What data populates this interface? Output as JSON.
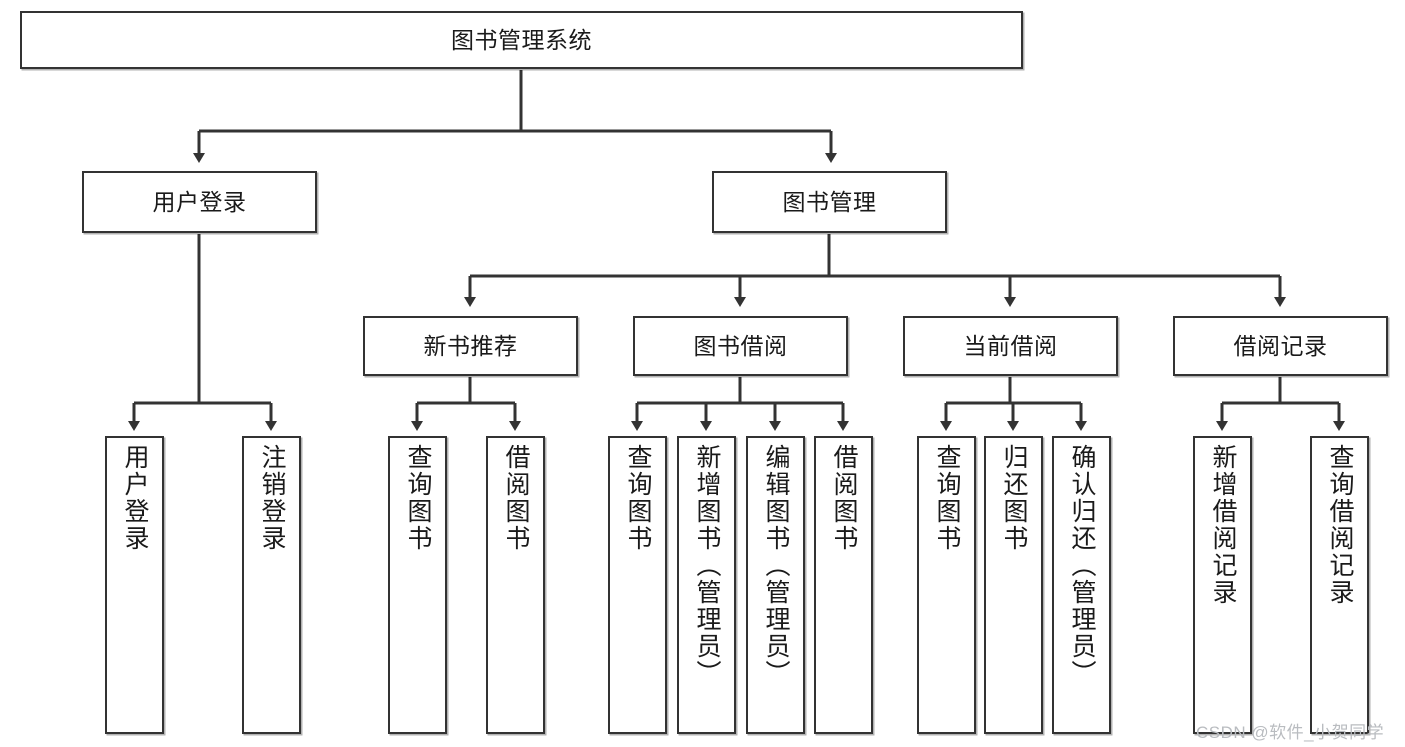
{
  "diagram": {
    "title": "图书管理系统",
    "type": "tree-hierarchy-diagram",
    "root": {
      "label": "图书管理系统"
    },
    "level2": [
      {
        "label": "用户登录"
      },
      {
        "label": "图书管理"
      }
    ],
    "level3": [
      {
        "label": "新书推荐"
      },
      {
        "label": "图书借阅"
      },
      {
        "label": "当前借阅"
      },
      {
        "label": "借阅记录"
      }
    ],
    "leaves": {
      "user_login": [
        {
          "label": "用户登录"
        },
        {
          "label": "注销登录"
        }
      ],
      "new_book_recommend": [
        {
          "label": "查询图书"
        },
        {
          "label": "借阅图书"
        }
      ],
      "book_borrow": [
        {
          "label": "查询图书"
        },
        {
          "label": "新增图书（管理员）"
        },
        {
          "label": "编辑图书（管理员）"
        },
        {
          "label": "借阅图书"
        }
      ],
      "current_borrow": [
        {
          "label": "查询图书"
        },
        {
          "label": "归还图书"
        },
        {
          "label": "确认归还（管理员）"
        }
      ],
      "borrow_record": [
        {
          "label": "新增借阅记录"
        },
        {
          "label": "查询借阅记录"
        }
      ]
    }
  },
  "watermark": {
    "text": "CSDN @软件_小贺同学"
  },
  "colors": {
    "stroke": "#333333",
    "box_fill": "#ffffff",
    "text": "#1a1a1a",
    "watermark": "#b9bcc0",
    "background": "#ffffff"
  }
}
